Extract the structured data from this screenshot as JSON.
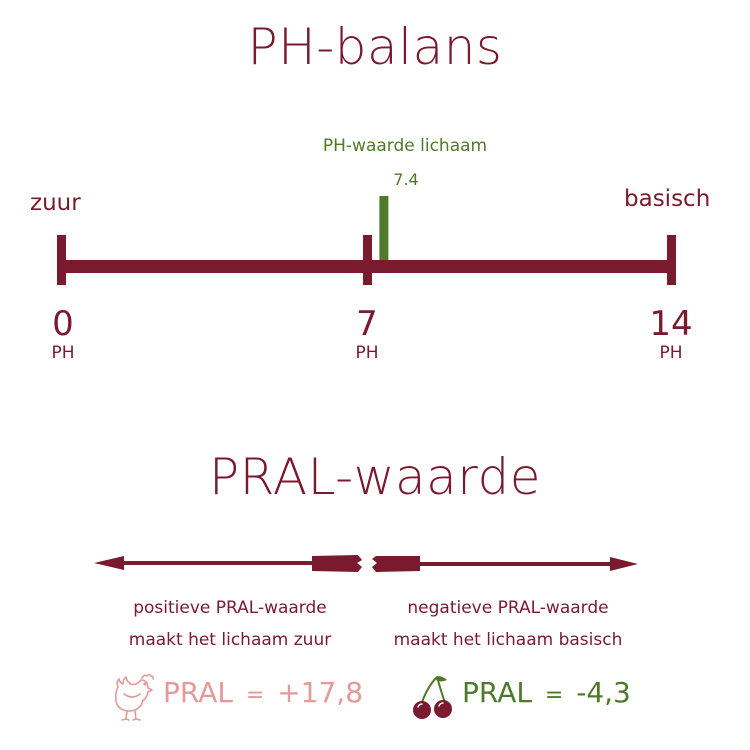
{
  "colors": {
    "maroon": "#7a1a2e",
    "green": "#4e7a2a",
    "pink": "#e49a9a"
  },
  "ph_section": {
    "title": "PH-balans",
    "left_label": "zuur",
    "right_label": "basisch",
    "marker_caption": "PH-waarde lichaam",
    "marker_value": "7.4",
    "scale_min": 0,
    "scale_max": 14,
    "marker_ph": 7.4,
    "ticks": [
      {
        "value": "0",
        "unit": "PH"
      },
      {
        "value": "7",
        "unit": "PH"
      },
      {
        "value": "14",
        "unit": "PH"
      }
    ]
  },
  "pral_section": {
    "title": "PRAL-waarde",
    "positive": {
      "line1": "positieve PRAL-waarde",
      "line2": "maakt het lichaam zuur",
      "icon": "chicken-icon",
      "formula_label": "PRAL",
      "formula_eq": "=",
      "formula_value": "+17,8"
    },
    "negative": {
      "line1": "negatieve PRAL-waarde",
      "line2": "maakt het lichaam basisch",
      "icon": "cherries-icon",
      "formula_label": "PRAL",
      "formula_eq": "=",
      "formula_value": "-4,3"
    }
  }
}
